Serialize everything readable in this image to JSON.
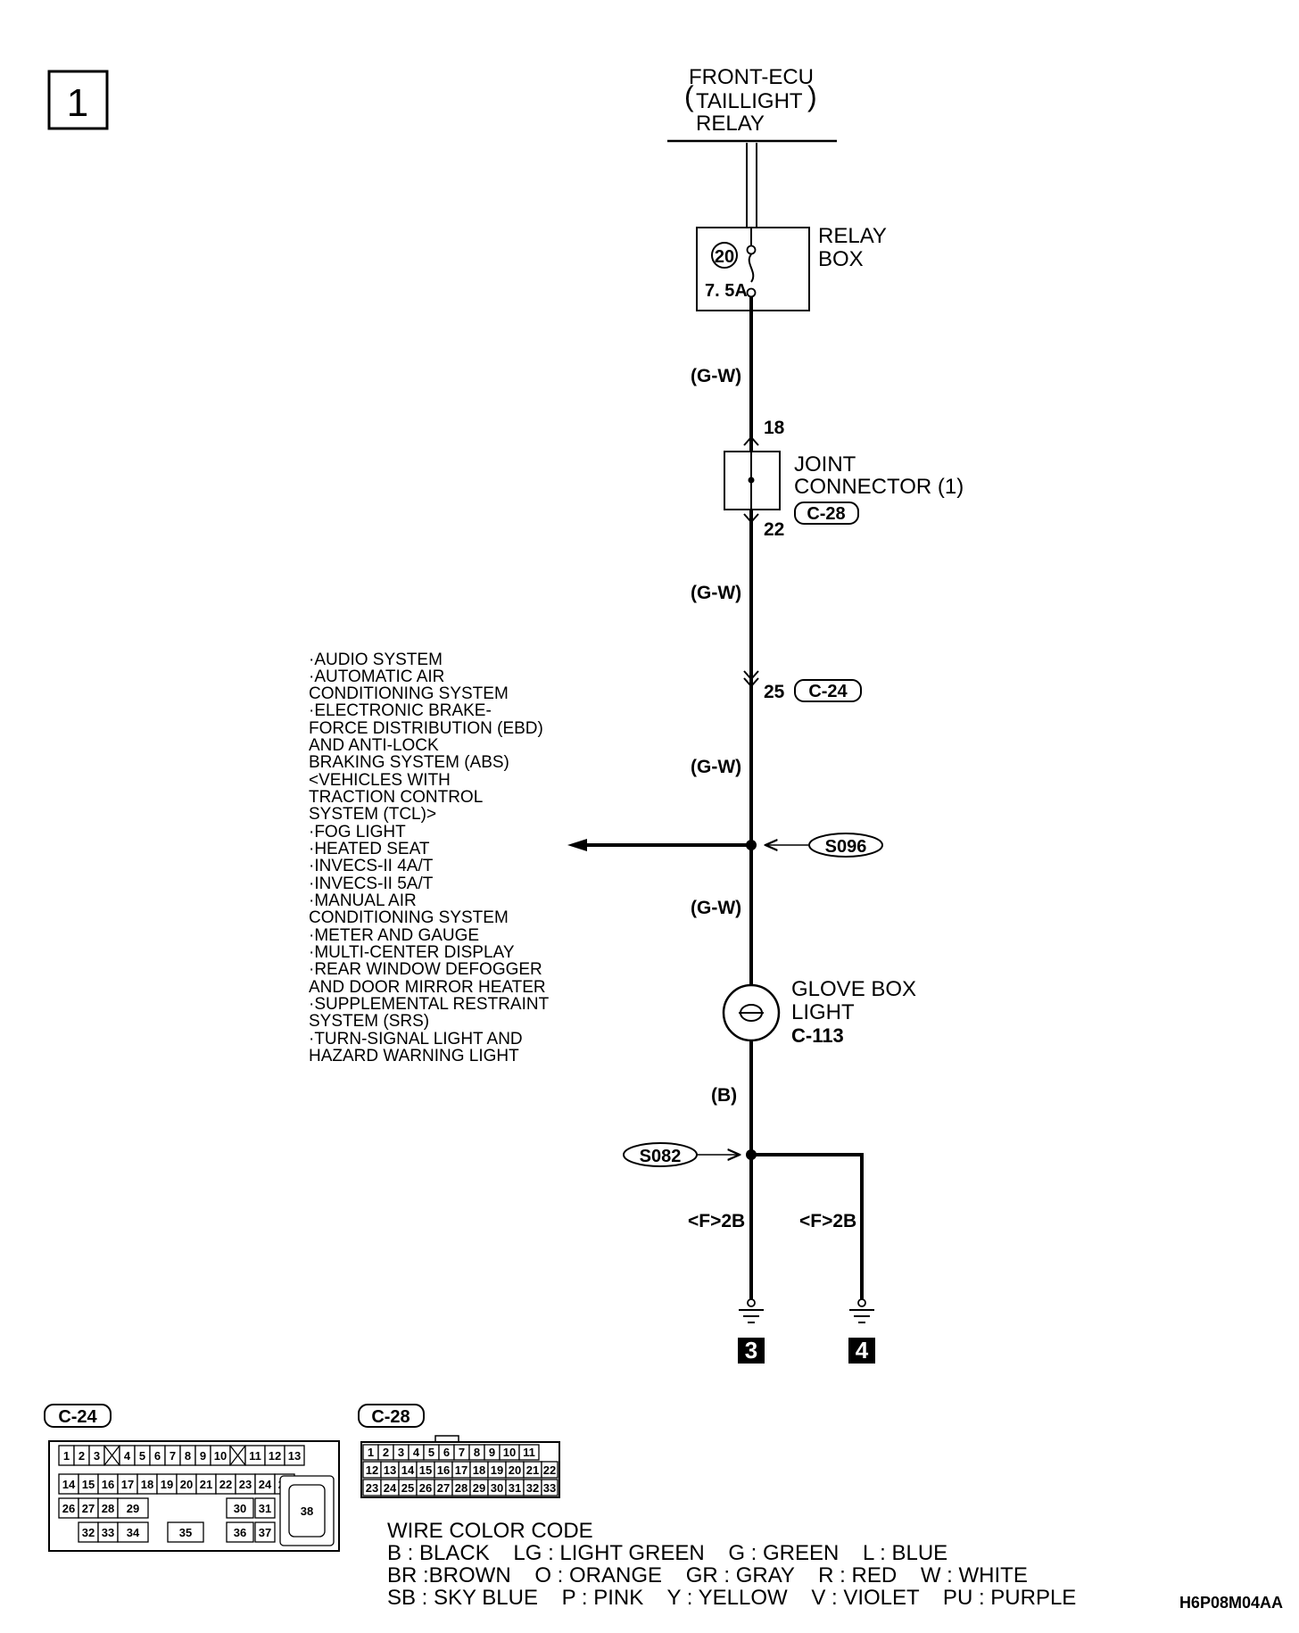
{
  "page_number": "1",
  "source": {
    "line1": "FRONT-ECU",
    "line2": "TAILLIGHT",
    "line3": "RELAY"
  },
  "relay_box": {
    "label1": "RELAY",
    "label2": "BOX",
    "fuse_number": "20",
    "fuse_rating": "7. 5A"
  },
  "wires": {
    "w1": "(G-W)",
    "w2": "(G-W)",
    "w3": "(G-W)",
    "w4": "(G-W)",
    "w5": "(B)",
    "w6": "<F>2B",
    "w7": "<F>2B"
  },
  "joint_connector": {
    "pin_in": "18",
    "line1": "JOINT",
    "line2": "CONNECTOR (1)",
    "connector": "C-28",
    "pin_out": "22"
  },
  "connector_c24": {
    "pin": "25",
    "connector": "C-24"
  },
  "splice_1": "S096",
  "splice_2": "S082",
  "branch_systems": [
    "·AUDIO SYSTEM",
    "·AUTOMATIC AIR",
    " CONDITIONING SYSTEM",
    "·ELECTRONIC BRAKE-",
    " FORCE DISTRIBUTION (EBD)",
    " AND ANTI-LOCK",
    " BRAKING SYSTEM (ABS)",
    " <VEHICLES WITH",
    " TRACTION CONTROL",
    " SYSTEM (TCL)>",
    "·FOG LIGHT",
    "·HEATED SEAT",
    "·INVECS-II 4A/T",
    "·INVECS-II 5A/T",
    "·MANUAL AIR",
    " CONDITIONING SYSTEM",
    "·METER AND GAUGE",
    "·MULTI-CENTER DISPLAY",
    "·REAR WINDOW DEFOGGER",
    " AND DOOR MIRROR HEATER",
    "·SUPPLEMENTAL RESTRAINT",
    " SYSTEM (SRS)",
    "·TURN-SIGNAL LIGHT AND",
    " HAZARD WARNING LIGHT"
  ],
  "glove_box_light": {
    "line1": "GLOVE BOX",
    "line2": "LIGHT",
    "connector": "C-113"
  },
  "grounds": {
    "g1": "3",
    "g2": "4"
  },
  "c24_diagram": {
    "title": "C-24",
    "row1": [
      "1",
      "2",
      "3",
      "4",
      "5",
      "6",
      "7",
      "8",
      "9",
      "10",
      "11",
      "12",
      "13"
    ],
    "row2": [
      "14",
      "15",
      "16",
      "17",
      "18",
      "19",
      "20",
      "21",
      "22",
      "23",
      "24",
      "25"
    ],
    "row3": [
      "26",
      "27",
      "28",
      "29",
      "30",
      "31"
    ],
    "row4": [
      "32",
      "33",
      "34",
      "35",
      "36",
      "37"
    ],
    "big": "38"
  },
  "c28_diagram": {
    "title": "C-28",
    "row1": [
      "1",
      "2",
      "3",
      "4",
      "5",
      "6",
      "7",
      "8",
      "9",
      "10",
      "11"
    ],
    "row2": [
      "12",
      "13",
      "14",
      "15",
      "16",
      "17",
      "18",
      "19",
      "20",
      "21",
      "22"
    ],
    "row3": [
      "23",
      "24",
      "25",
      "26",
      "27",
      "28",
      "29",
      "30",
      "31",
      "32",
      "33"
    ]
  },
  "wire_color_code": {
    "title": "WIRE COLOR CODE",
    "line1": "B : BLACK    LG : LIGHT GREEN    G : GREEN    L : BLUE",
    "line2": "BR :BROWN    O : ORANGE    GR : GRAY    R : RED    W : WHITE",
    "line3": "SB : SKY BLUE    P : PINK    Y : YELLOW    V : VIOLET    PU : PURPLE"
  },
  "diagram_code": "H6P08M04AA"
}
